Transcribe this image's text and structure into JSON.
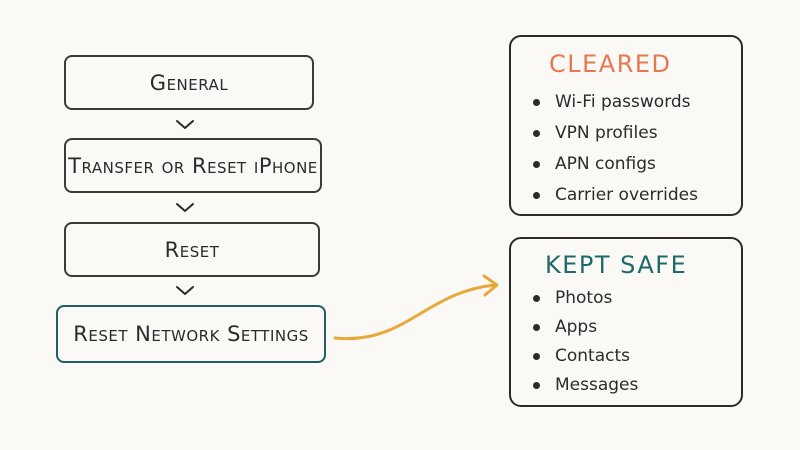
{
  "flow": {
    "steps": [
      {
        "label": "General"
      },
      {
        "label": "Transfer or Reset iPhone"
      },
      {
        "label": "Reset"
      },
      {
        "label": "Reset Network Settings"
      }
    ]
  },
  "cleared": {
    "title": "CLEARED",
    "items": [
      "Wi-Fi passwords",
      "VPN profiles",
      "APN configs",
      "Carrier overrides"
    ]
  },
  "kept": {
    "title": "KEPT SAFE",
    "items": [
      "Photos",
      "Apps",
      "Contacts",
      "Messages"
    ]
  },
  "colors": {
    "cleared_title": "#e8774f",
    "kept_title": "#1f6a68",
    "highlight_border": "#1f5f62",
    "arrow": "#e8a93a"
  }
}
